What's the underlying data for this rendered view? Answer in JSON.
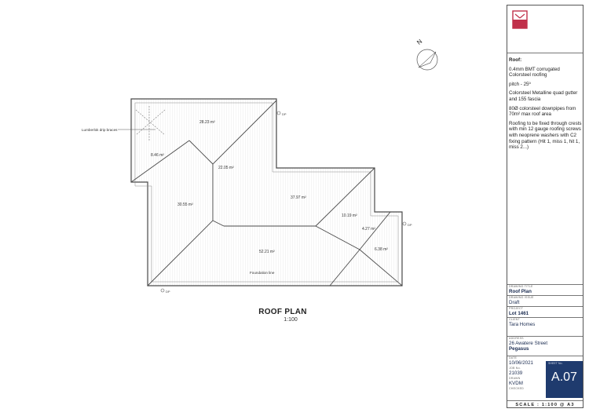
{
  "plan": {
    "title": "ROOF PLAN",
    "scale": "1:100",
    "north_label": "N",
    "areas": {
      "a1": "28.23 m²",
      "a2": "8.46 m²",
      "a3": "22.05 m²",
      "a4": "30.55 m²",
      "a5": "37.97 m²",
      "a6": "10.19 m²",
      "a7": "4.27 m²",
      "a8": "6.38 m²",
      "a9": "52.21 m²"
    },
    "callout_lumberlok": "Lumberlok drip braces",
    "foundation_line": "Foundation line",
    "dp_label": "DP",
    "colors": {
      "line": "#4a4a4a",
      "accent": "#1f3b6e",
      "logo": "#c0304a"
    }
  },
  "notes": {
    "heading": "Roof:",
    "items": [
      "0.4mm BMT corrugated Colorsteel roofing",
      "pitch - 25º",
      "Colorsteel Metalline quad gutter and 155 fascia",
      "80Ø colorsteel downpipes from 70m² max roof area",
      "Roofing to be fixed through crests with min 12 gauge roofing screws with neoprene washers with C2 fixing pattern (Hit 1, miss 1, hit 1, miss 2...)"
    ]
  },
  "titleblock": {
    "drawing_title_label": "DRAWING TITLE",
    "drawing_title": "Roof Plan",
    "drawing issue_label": "",
    "drawing_issue_label": "DRAWING ISSUE",
    "drawing_issue": "Draft",
    "project_label": "PROJECT",
    "project": "Lot 1461",
    "client_label": "CLIENT",
    "client": "Tara Homes",
    "address_label": "ADDRESS",
    "address1": "26 Awatere Street",
    "address2": "Pegasus",
    "date_label": "DATE",
    "date": "10/06/2021",
    "job_label": "JOB No.",
    "job": "21039",
    "drawn_label": "DRAWN",
    "drawn": "KVDM",
    "checked_label": "CHECKED",
    "checked": "",
    "sheet_label": "SHEET No.",
    "sheet": "A.07",
    "scale_bar": "SCALE : 1:100 @ A3"
  }
}
